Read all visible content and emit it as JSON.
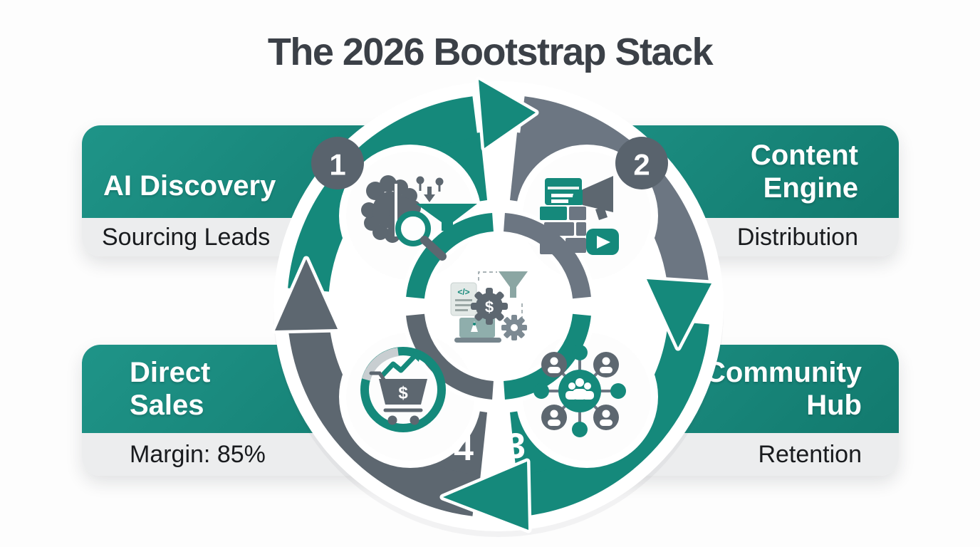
{
  "title": "The 2026 Bootstrap Stack",
  "flow_direction": "clockwise",
  "colors": {
    "teal": "#15897B",
    "teal_gradient_light": "#1F9488",
    "teal_gradient_dark": "#127A6E",
    "slate_dark": "#5D6770",
    "slate_light": "#6C7682",
    "badge_gray": "#59636D",
    "band_gray": "#ECEDEE",
    "title_color": "#3B4047",
    "text_dark": "#191B1E",
    "ring_gap_gray": "#C8CED1"
  },
  "steps": [
    {
      "number": "1",
      "title_lines": [
        "AI Discovery"
      ],
      "subtitle": "Sourcing Leads",
      "icon": "brain-funnel-magnifier-icon"
    },
    {
      "number": "2",
      "title_lines": [
        "Content",
        "Engine"
      ],
      "subtitle": "Distribution",
      "icon": "content-blocks-megaphone-video-icon"
    },
    {
      "number": "3",
      "title_lines": [
        "Community",
        "Hub"
      ],
      "subtitle": "Retention",
      "icon": "people-network-icon"
    },
    {
      "number": "4",
      "title_lines": [
        "Direct",
        "Sales"
      ],
      "subtitle": "Margin: 85%",
      "icon": "cart-growth-chart-icon"
    }
  ],
  "center_cluster": {
    "icons": [
      "code-document",
      "dollar-gear",
      "funnel",
      "laptop-rocket",
      "small-gear"
    ],
    "dollar_glyph": "$",
    "cart_dollar_glyph": "$",
    "code_glyph": "</>"
  }
}
